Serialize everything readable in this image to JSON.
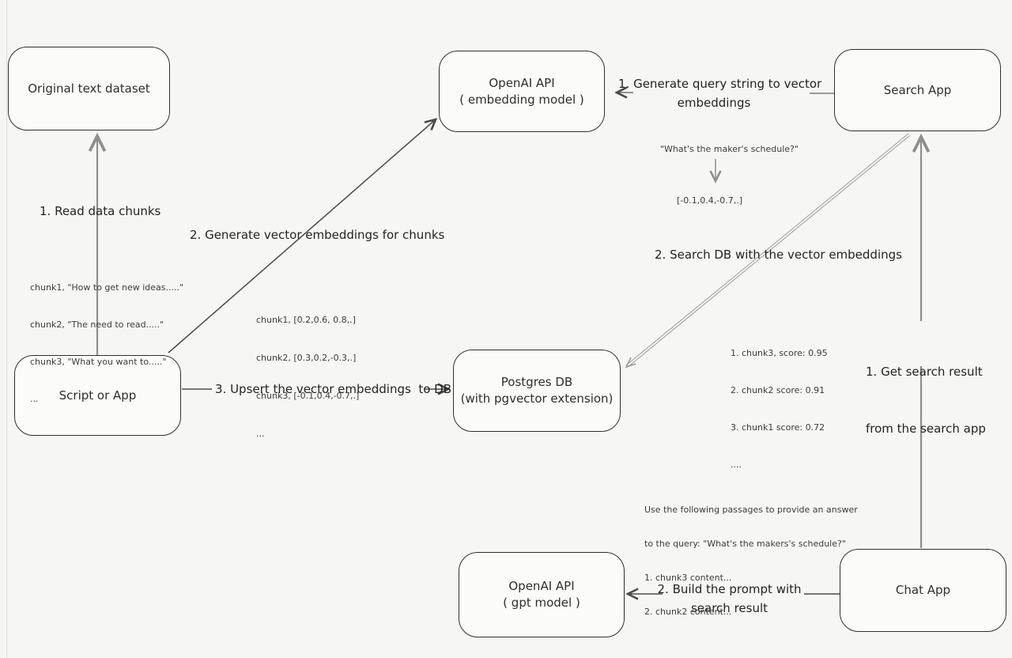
{
  "colors": {
    "background": "#f6f6f3",
    "ink": "#2f2f2f",
    "dark_arrow": "#4a4a4a",
    "gray_arrow": "#8e8e8e",
    "double_arrow": "#9b9b9b"
  },
  "nodes": {
    "original": {
      "label": "Original text dataset"
    },
    "embed": {
      "line1": "OpenAI API",
      "line2": "( embedding model )"
    },
    "search": {
      "label": "Search App"
    },
    "script": {
      "label": "Script or App"
    },
    "postgres": {
      "line1": "Postgres DB",
      "line2": "(with pgvector extension)"
    },
    "gpt": {
      "line1": "OpenAI API",
      "line2": "( gpt model )"
    },
    "chat": {
      "label": "Chat App"
    }
  },
  "labels": {
    "read": "1. Read data chunks",
    "generate": "2. Generate vector embeddings for chunks",
    "upsert": "3. Upsert the vector embeddings  to DB",
    "query1": "1. Generate query string to vector",
    "query2": "embeddings",
    "searchdb": "2. Search DB with the vector embeddings",
    "result1": "1. Get search result",
    "result2": "from the search app",
    "prompt1": "2. Build the prompt with",
    "prompt2": "search result"
  },
  "ann": {
    "chunks": [
      "chunk1, \"How to get new ideas.....\"",
      "chunk2, \"The need to read.....\"",
      "chunk3, \"What you want to.....\"",
      "..."
    ],
    "vectors": [
      "chunk1, [0.2,0.6, 0.8,.]",
      "chunk2, [0.3,0.2,-0.3,.]",
      "chunk3, [-0.1,0.4,-0.7,.]",
      "..."
    ],
    "query_text": "\"What's the maker's schedule?\"",
    "query_vector": "[-0.1,0.4,-0.7,.]",
    "scores": [
      "1. chunk3, score: 0.95",
      "2. chunk2 score: 0.91",
      "3. chunk1 score: 0.72",
      "...."
    ],
    "prompt": [
      "Use the following passages to provide an answer",
      "to the query: \"What's the makers's schedule?\"",
      "1. chunk3 content...",
      "2. chunk2 content..."
    ]
  }
}
